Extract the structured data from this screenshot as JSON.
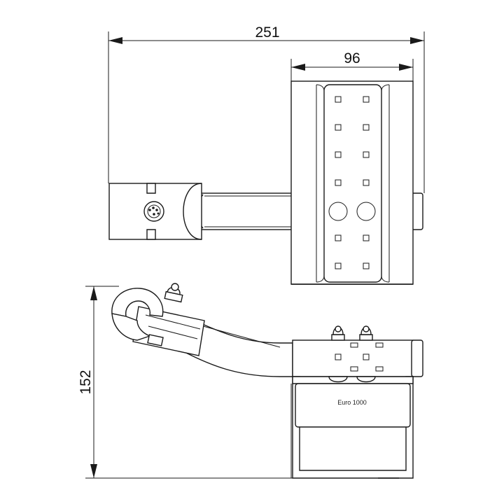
{
  "dimensions": {
    "overall_width": "251",
    "plate_width": "96",
    "height": "152"
  },
  "label": {
    "plate_text": "Euro 1000"
  },
  "colors": {
    "line": "#1a1a1a",
    "background": "#ffffff"
  }
}
